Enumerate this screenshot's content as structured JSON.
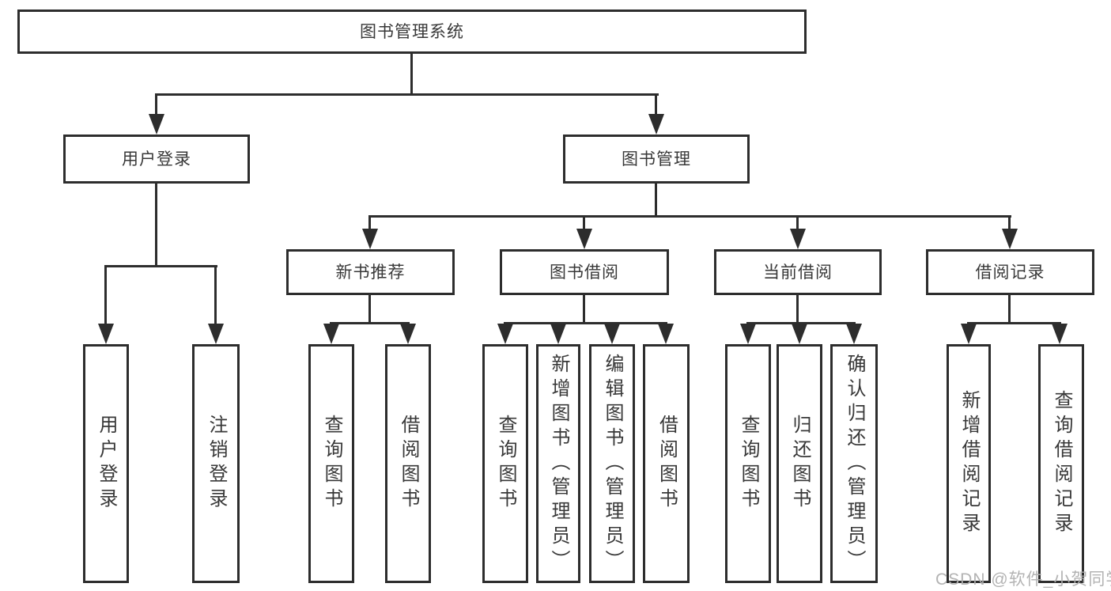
{
  "colors": {
    "line": "#2d2d2d",
    "text": "#383838",
    "watermark": "#afafaf"
  },
  "watermark": "CSDN @软件_小贺同学",
  "tree": {
    "label": "图书管理系统",
    "children": [
      {
        "label": "用户登录",
        "children": [
          {
            "label": "用户登录"
          },
          {
            "label": "注销登录"
          }
        ]
      },
      {
        "label": "图书管理",
        "children": [
          {
            "label": "新书推荐",
            "children": [
              {
                "label": "查询图书"
              },
              {
                "label": "借阅图书"
              }
            ]
          },
          {
            "label": "图书借阅",
            "children": [
              {
                "label": "查询图书"
              },
              {
                "label": "新增图书（管理员）"
              },
              {
                "label": "编辑图书（管理员）"
              },
              {
                "label": "借阅图书"
              }
            ]
          },
          {
            "label": "当前借阅",
            "children": [
              {
                "label": "查询图书"
              },
              {
                "label": "归还图书"
              },
              {
                "label": "确认归还（管理员）"
              }
            ]
          },
          {
            "label": "借阅记录",
            "children": [
              {
                "label": "新增借阅记录"
              },
              {
                "label": "查询借阅记录"
              }
            ]
          }
        ]
      }
    ]
  }
}
